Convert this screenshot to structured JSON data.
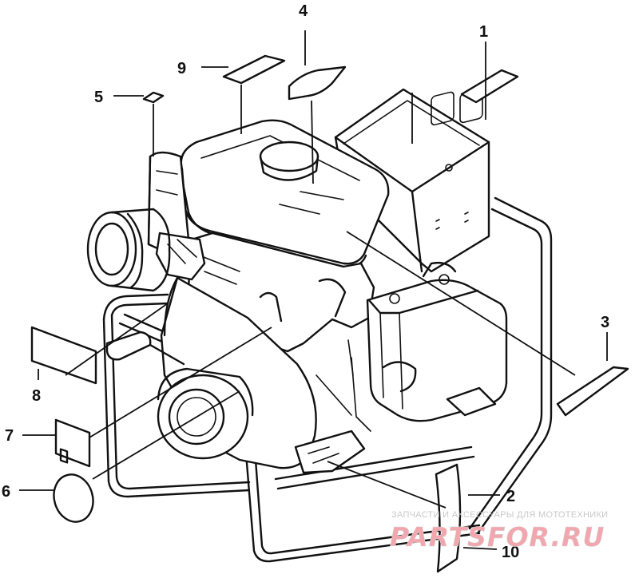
{
  "callouts": [
    {
      "id": "1",
      "label": "1"
    },
    {
      "id": "2",
      "label": "2"
    },
    {
      "id": "3",
      "label": "3"
    },
    {
      "id": "4",
      "label": "4"
    },
    {
      "id": "5",
      "label": "5"
    },
    {
      "id": "6",
      "label": "6"
    },
    {
      "id": "7",
      "label": "7"
    },
    {
      "id": "8",
      "label": "8"
    },
    {
      "id": "9",
      "label": "9"
    },
    {
      "id": "10",
      "label": "10"
    }
  ],
  "watermark": {
    "tagline": "ЗАПЧАСТИ И АКСЕССУАРЫ ДЛЯ МОТОТЕХНИКИ",
    "brand": "PARTSFOR.RU",
    "color_primary": "#f2a6ae",
    "color_secondary": "#d8d8d8"
  }
}
